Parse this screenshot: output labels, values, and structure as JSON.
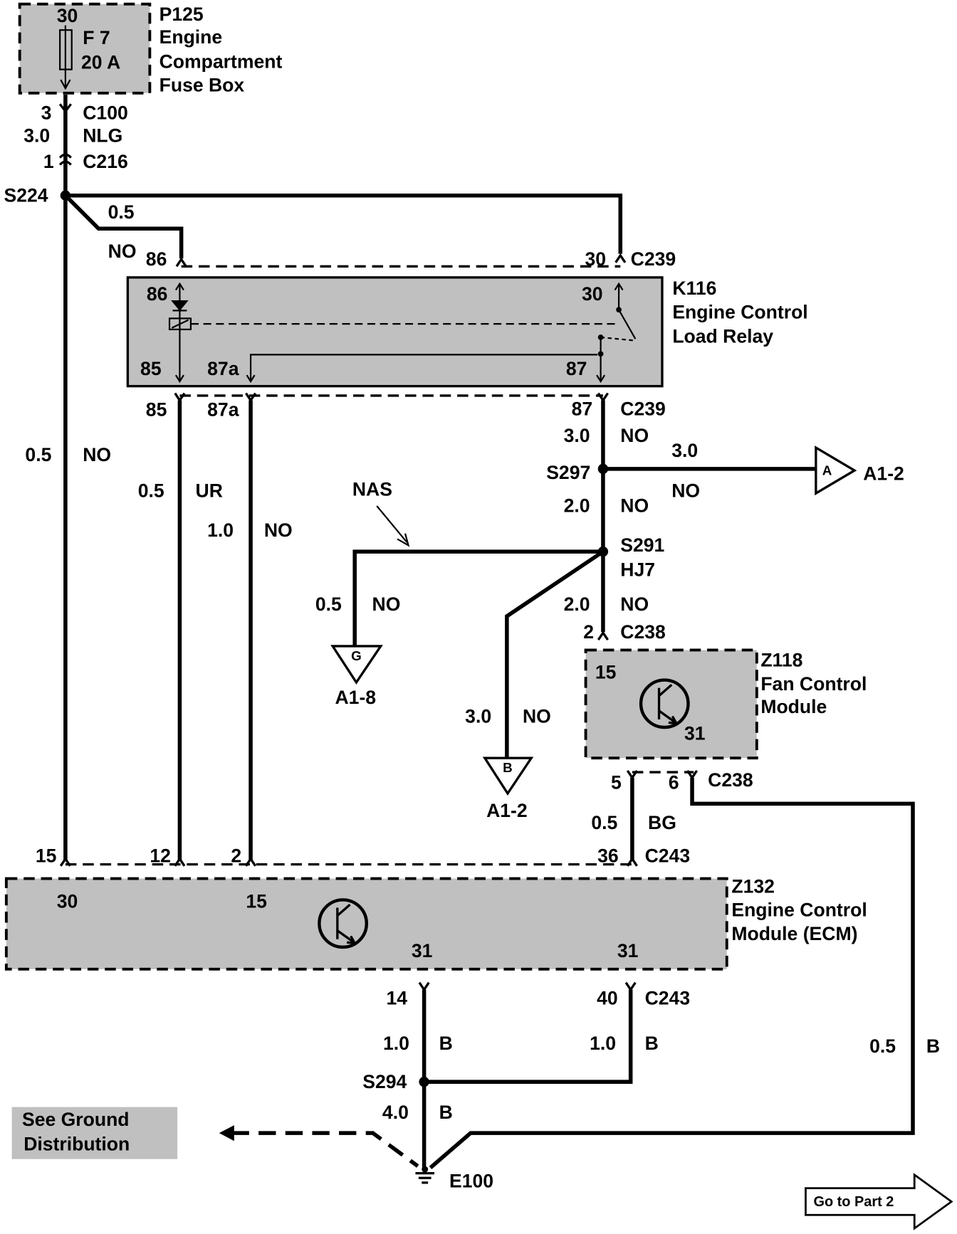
{
  "colors": {
    "ink": "#000000",
    "shading": "#c0c0c0",
    "background": "#ffffff"
  },
  "fuse_box": {
    "ref": "P125",
    "name": [
      "Engine",
      "Compartment",
      "Fuse Box"
    ],
    "pin": "30",
    "fuse": "F 7",
    "rating": "20 A"
  },
  "relay": {
    "ref": "K116",
    "name": [
      "Engine Control",
      "Load Relay"
    ],
    "pins": {
      "coil_in": "86",
      "common": "30",
      "coil_out": "85",
      "nc": "87a",
      "no": "87"
    }
  },
  "fan_module": {
    "ref": "Z118",
    "name": [
      "Fan Control",
      "Module"
    ],
    "pins": {
      "supply": "15",
      "ground": "31"
    }
  },
  "ecm": {
    "ref": "Z132",
    "name": [
      "Engine Control",
      "Module (ECM)"
    ],
    "pins": {
      "p30": "30",
      "p15": "15",
      "p31_left": "31",
      "p31_right": "31"
    }
  },
  "connectors": {
    "c100": {
      "ref": "C100",
      "pin": "3"
    },
    "c216": {
      "ref": "C216",
      "pin": "1"
    },
    "c239_top": {
      "ref": "C239",
      "pins": [
        "86",
        "30"
      ]
    },
    "c239_bottom": {
      "ref": "C239",
      "pins": [
        "85",
        "87a",
        "87"
      ]
    },
    "c238_top": {
      "ref": "C238",
      "pin": "2"
    },
    "c238_bottom": {
      "ref": "C238",
      "pins": [
        "5",
        "6"
      ]
    },
    "c243_top": {
      "ref": "C243",
      "pins": [
        "15",
        "12",
        "2",
        "36"
      ]
    },
    "c243_bottom": {
      "ref": "C243",
      "pins": [
        "14",
        "40"
      ]
    }
  },
  "splices": {
    "s224": "S224",
    "s297": "S297",
    "s291": "S291",
    "s291_option": "HJ7",
    "s294": "S294"
  },
  "wires": {
    "fuse_feed": {
      "size": "3.0",
      "color": "NLG"
    },
    "s224_to_relay86": {
      "size": "0.5",
      "color": "NO"
    },
    "s224_to_ecm15": {
      "size": "0.5",
      "color": "NO"
    },
    "relay85_to_ecm12": {
      "size": "0.5",
      "color": "UR"
    },
    "relay87a_to_ecm2": {
      "size": "1.0",
      "color": "NO"
    },
    "relay87_to_s297": {
      "size": "3.0",
      "color": "NO"
    },
    "s297_to_ref_a": {
      "size": "3.0",
      "color": "NO"
    },
    "s297_to_s291": {
      "size": "2.0",
      "color": "NO"
    },
    "s291_to_ref_g": {
      "size": "0.5",
      "color": "NO"
    },
    "s291_to_fan": {
      "size": "2.0",
      "color": "NO"
    },
    "s291_to_ref_b": {
      "size": "3.0",
      "color": "NO"
    },
    "fan5_to_ecm36": {
      "size": "0.5",
      "color": "BG"
    },
    "ecm14_to_s294": {
      "size": "1.0",
      "color": "B"
    },
    "ecm40_to_s294": {
      "size": "1.0",
      "color": "B"
    },
    "fan6_to_ground": {
      "size": "0.5",
      "color": "B"
    },
    "s294_to_ground": {
      "size": "4.0",
      "color": "B"
    }
  },
  "references": {
    "a": {
      "letter": "A",
      "target": "A1-2"
    },
    "g": {
      "letter": "G",
      "target": "A1-8"
    },
    "b": {
      "letter": "B",
      "target": "A1-2"
    }
  },
  "annotations": {
    "nas": "NAS"
  },
  "ground": {
    "ref": "E100",
    "note": [
      "See Ground",
      "Distribution"
    ]
  },
  "navigation": {
    "next": "Go to Part 2"
  }
}
